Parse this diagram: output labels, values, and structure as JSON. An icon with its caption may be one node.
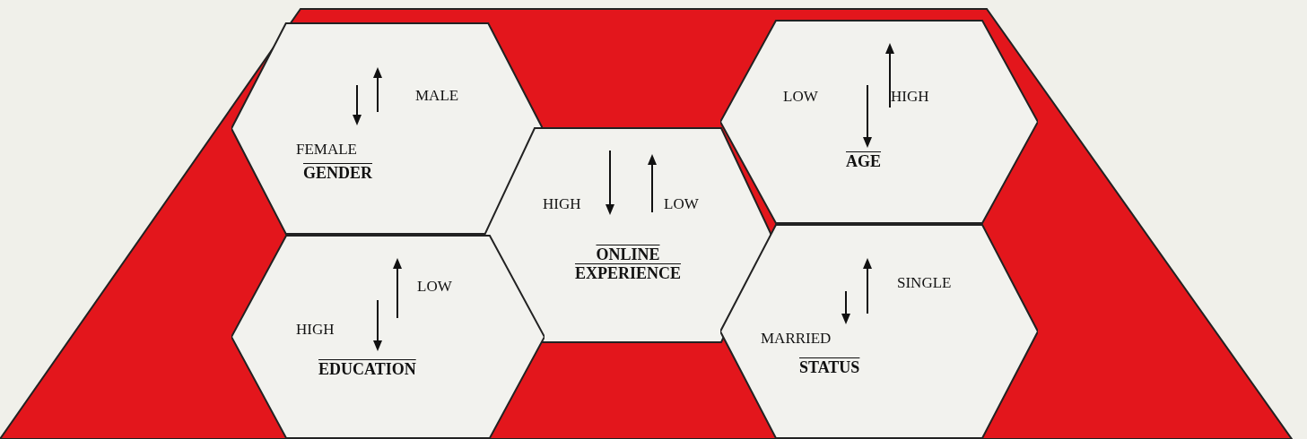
{
  "diagram": {
    "nodes": [
      {
        "text": [
          "MALE",
          "FEMALE",
          "GENDER"
        ]
      },
      {
        "text": [
          "LOW",
          "HIGH",
          "AGE"
        ]
      },
      {
        "text": [
          "HIGH",
          "LOW",
          "ONLINE EXPERIENCE"
        ]
      },
      {
        "text": [
          "LOW",
          "HIGH",
          "EDUCATION"
        ]
      },
      {
        "text": [
          "SINGLE",
          "MARRIED",
          "STATUS"
        ]
      }
    ]
  }
}
